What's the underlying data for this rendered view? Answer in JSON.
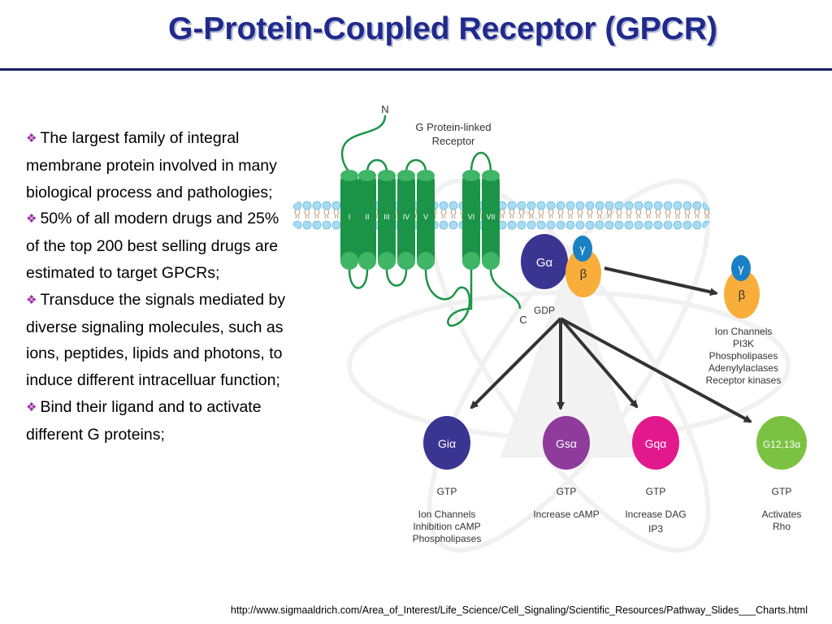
{
  "slide": {
    "title": "G-Protein-Coupled Receptor (GPCR)",
    "bullets": [
      "The largest family of integral membrane protein involved in many biological process and pathologies;",
      "50% of all modern drugs and 25% of the top 200 best selling drugs are estimated to target GPCRs;",
      "Transduce the signals mediated by diverse signaling molecules, such as ions, peptides, lipids and photons, to induce different intracelluar function;",
      "Bind their ligand and to activate different G proteins;"
    ],
    "source_url": "http://www.sigmaaldrich.com/Area_of_Interest/Life_Science/Cell_Signaling/Scientific_Resources/Pathway_Slides___Charts.html"
  },
  "diagram": {
    "n_label": "N",
    "c_label": "C",
    "receptor_label_line1": "G Protein-linked",
    "receptor_label_line2": "Receptor",
    "helices": [
      "I",
      "II",
      "III",
      "IV",
      "V",
      "VI",
      "VII"
    ],
    "galpha_label": "Gα",
    "beta_label": "β",
    "gamma_label": "γ",
    "gdp_label": "GDP",
    "bg_beta_label": "β",
    "bg_gamma_label": "γ",
    "beta_gamma_effectors": [
      "Ion Channels",
      "PI3K",
      "Phospholipases",
      "Adenylylaclases",
      "Receptor kinases"
    ],
    "subunits": [
      {
        "name": "Giα",
        "nucleotide": "GTP",
        "effects": [
          "Ion Channels",
          "Inhibition cAMP",
          "Phospholipases"
        ],
        "color": "#3b3592"
      },
      {
        "name": "Gsα",
        "nucleotide": "GTP",
        "effects": [
          "Increase cAMP"
        ],
        "color": "#8e3b9c"
      },
      {
        "name": "Gqα",
        "nucleotide": "GTP",
        "effects": [
          "Increase DAG",
          "IP3"
        ],
        "color": "#e2198c"
      },
      {
        "name": "G12,13α",
        "nucleotide": "GTP",
        "effects": [
          "Activates",
          "Rho"
        ],
        "color": "#7cc242"
      }
    ],
    "colors": {
      "helix": "#1c9448",
      "galpha": "#3b3592",
      "beta": "#f9ae3b",
      "gamma": "#1a80c4",
      "membrane": "#9ad6ef"
    }
  }
}
